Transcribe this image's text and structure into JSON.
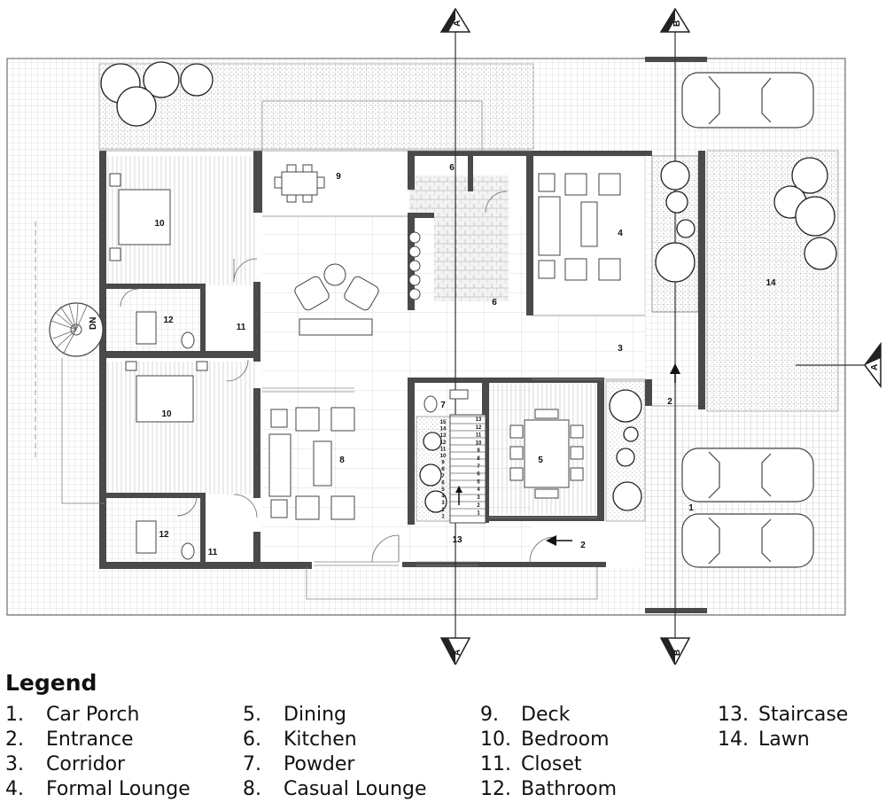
{
  "diagram": {
    "section_markers": [
      {
        "letter": "A",
        "id": "a-top"
      },
      {
        "letter": "B",
        "id": "b-top"
      },
      {
        "letter": "A",
        "id": "a-bottom"
      },
      {
        "letter": "B",
        "id": "b-bottom"
      },
      {
        "letter": "A",
        "id": "a-right"
      }
    ],
    "stair_direction_label": "DN",
    "room_labels": [
      {
        "num": "1"
      },
      {
        "num": "2"
      },
      {
        "num": "2"
      },
      {
        "num": "3"
      },
      {
        "num": "4"
      },
      {
        "num": "5"
      },
      {
        "num": "6"
      },
      {
        "num": "6"
      },
      {
        "num": "7"
      },
      {
        "num": "8"
      },
      {
        "num": "9"
      },
      {
        "num": "10"
      },
      {
        "num": "10"
      },
      {
        "num": "11"
      },
      {
        "num": "11"
      },
      {
        "num": "12"
      },
      {
        "num": "12"
      },
      {
        "num": "13"
      },
      {
        "num": "14"
      }
    ],
    "stair_steps": [
      "15",
      "14",
      "13",
      "12",
      "11",
      "10",
      "9",
      "8",
      "7",
      "6",
      "5",
      "4",
      "3",
      "2",
      "1"
    ],
    "stair_steps_right": [
      "13",
      "12",
      "11",
      "10",
      "9",
      "8",
      "7",
      "6",
      "5",
      "4",
      "3",
      "2",
      "1"
    ]
  },
  "legend": {
    "title": "Legend",
    "items": [
      {
        "num": "1.",
        "label": "Car Porch"
      },
      {
        "num": "2.",
        "label": "Entrance"
      },
      {
        "num": "3.",
        "label": "Corridor"
      },
      {
        "num": "4.",
        "label": "Formal Lounge"
      },
      {
        "num": "5.",
        "label": "Dining"
      },
      {
        "num": "6.",
        "label": "Kitchen"
      },
      {
        "num": "7.",
        "label": "Powder"
      },
      {
        "num": "8.",
        "label": "Casual Lounge"
      },
      {
        "num": "9.",
        "label": "Deck"
      },
      {
        "num": "10.",
        "label": "Bedroom"
      },
      {
        "num": "11.",
        "label": "Closet"
      },
      {
        "num": "12.",
        "label": "Bathroom"
      },
      {
        "num": "13.",
        "label": "Staircase"
      },
      {
        "num": "14.",
        "label": "Lawn"
      }
    ]
  },
  "colors": {
    "wall": "#4a4a4a",
    "line": "#777777",
    "grid": "#c8c8c8",
    "ink": "#111111"
  }
}
